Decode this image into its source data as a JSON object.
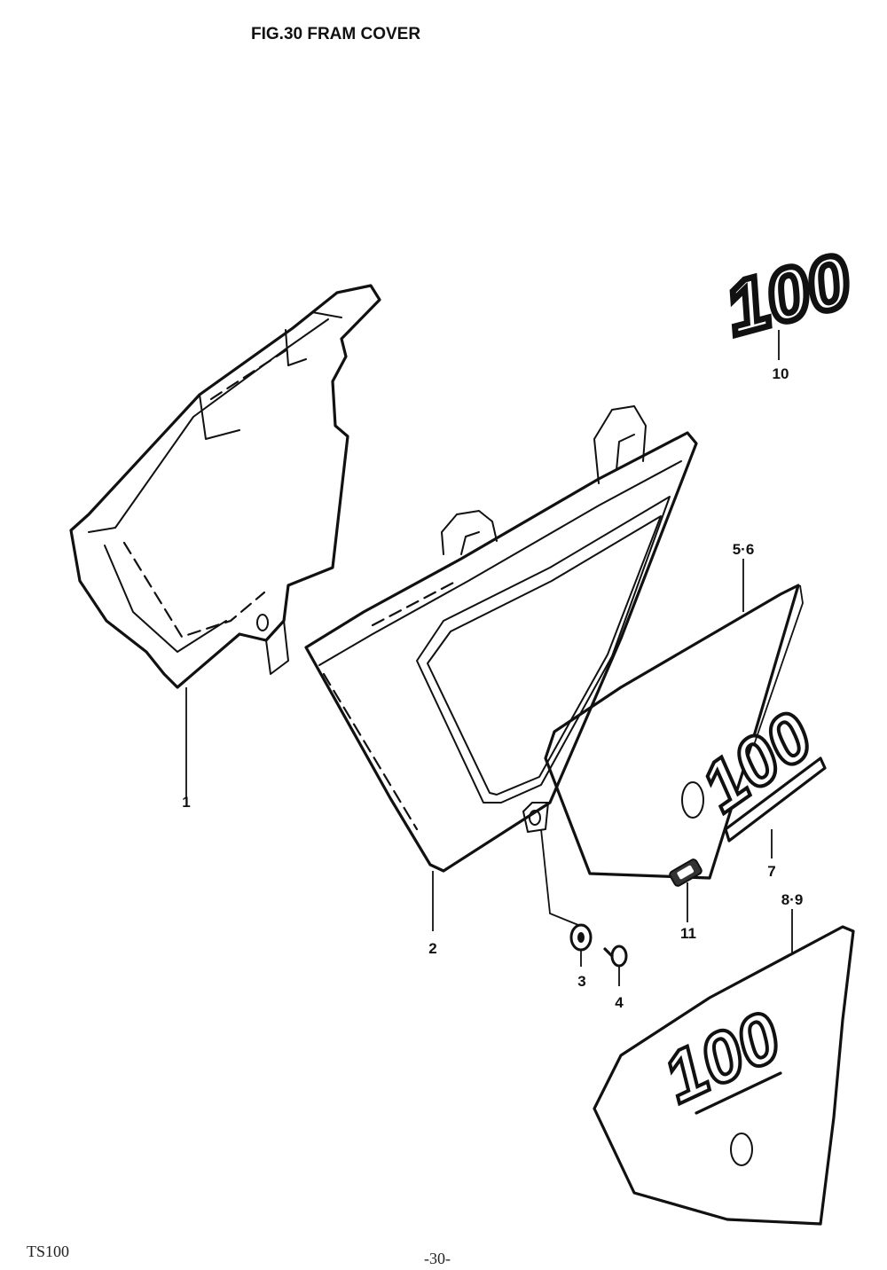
{
  "header": {
    "title": "FIG.30  FRAM COVER"
  },
  "footer": {
    "model": "TS100",
    "page": "-30-"
  },
  "emblem_text": "100",
  "callouts": [
    {
      "id": "part-1",
      "label": "1"
    },
    {
      "id": "part-2",
      "label": "2"
    },
    {
      "id": "part-3",
      "label": "3"
    },
    {
      "id": "part-4",
      "label": "4"
    },
    {
      "id": "part-5-6",
      "label": "5·6"
    },
    {
      "id": "part-7",
      "label": "7"
    },
    {
      "id": "part-8-9",
      "label": "8·9"
    },
    {
      "id": "part-10",
      "label": "10"
    },
    {
      "id": "part-11",
      "label": "11"
    }
  ],
  "colors": {
    "ink": "#111111",
    "paper": "#ffffff"
  }
}
